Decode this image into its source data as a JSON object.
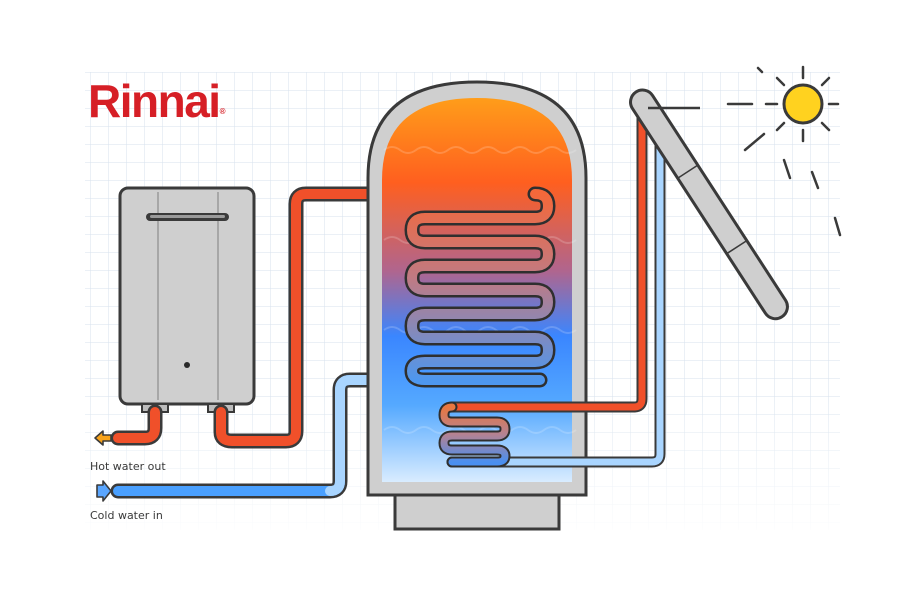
{
  "brand": {
    "name": "Rinnai",
    "trademark": "®",
    "color": "#d61f26"
  },
  "labels": {
    "hot_water_out": "Hot water out",
    "cold_water_in": "Cold water in"
  },
  "colors": {
    "hot_pipe": "#f0502a",
    "cold_pipe": "#4aa0ff",
    "cold_pipe_light": "#a9d5ff",
    "sun": "#ffd21f",
    "arrow_hot": "#f7a21a",
    "arrow_cold": "#5aa6ff",
    "grid": "#d7e2ee",
    "unit_body": "#cfcfcf"
  },
  "icons": [
    "tankless-water-heater-icon",
    "storage-tank-icon",
    "solar-collector-icon",
    "sun-icon",
    "hot-arrow-icon",
    "cold-arrow-icon"
  ]
}
